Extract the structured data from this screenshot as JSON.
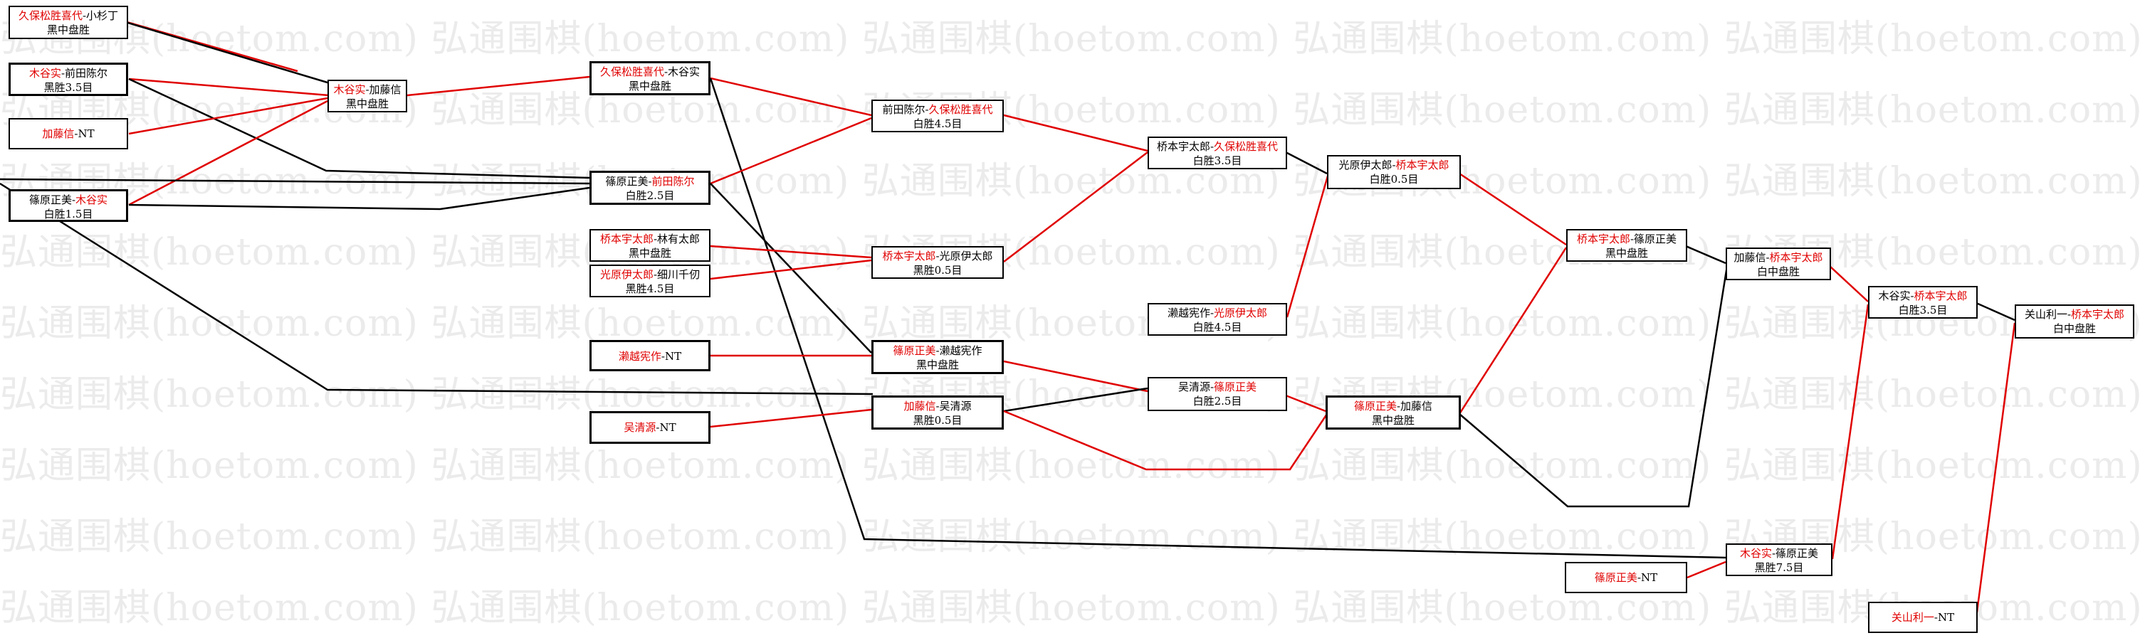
{
  "watermark": "弘通围棋(hoetom.com)",
  "colors": {
    "winner": "#e00000",
    "loser_line": "#000000",
    "winner_line": "#e00000"
  },
  "nodes": {
    "n1": {
      "p1": "久保松胜喜代",
      "sep": "-",
      "p2": "小杉丁",
      "result": "黑中盘胜"
    },
    "n2": {
      "p1": "木谷实",
      "sep": "-",
      "p2": "前田陈尔",
      "result": "黑胜3.5目"
    },
    "n3": {
      "p1": "加藤信",
      "sep": "-",
      "p2": "NT"
    },
    "n4": {
      "p1": "篠原正美",
      "sep": "-",
      "p2": "木谷实",
      "result": "白胜1.5目"
    },
    "n5": {
      "p1": "木谷实",
      "sep": "-",
      "p2": "加藤信",
      "result": "黑中盘胜"
    },
    "n6": {
      "p1": "久保松胜喜代",
      "sep": "-",
      "p2": "木谷实",
      "result": "黑中盘胜"
    },
    "n7": {
      "p1": "篠原正美",
      "sep": "-",
      "p2": "前田陈尔",
      "result": "白胜2.5目"
    },
    "n8": {
      "p1": "桥本宇太郎",
      "sep": "-",
      "p2": "林有太郎",
      "result": "黑中盘胜"
    },
    "n9": {
      "p1": "光原伊太郎",
      "sep": "-",
      "p2": "细川千仞",
      "result": "黑胜4.5目"
    },
    "n10": {
      "p1": "濑越宪作",
      "sep": "-",
      "p2": "NT"
    },
    "n11": {
      "p1": "吴清源",
      "sep": "-",
      "p2": "NT"
    },
    "n12": {
      "p1": "前田陈尔",
      "sep": "-",
      "p2": "久保松胜喜代",
      "result": "白胜4.5目"
    },
    "n13": {
      "p1": "桥本宇太郎",
      "sep": "-",
      "p2": "光原伊太郎",
      "result": "黑胜0.5目"
    },
    "n14": {
      "p1": "篠原正美",
      "sep": "-",
      "p2": "濑越宪作",
      "result": "黑中盘胜"
    },
    "n15": {
      "p1": "加藤信",
      "sep": "-",
      "p2": "吴清源",
      "result": "黑胜0.5目"
    },
    "n16": {
      "p1": "桥本宇太郎",
      "sep": "-",
      "p2": "久保松胜喜代",
      "result": "白胜3.5目"
    },
    "n17": {
      "p1": "濑越宪作",
      "sep": "-",
      "p2": "光原伊太郎",
      "result": "白胜4.5目"
    },
    "n18": {
      "p1": "吴清源",
      "sep": "-",
      "p2": "篠原正美",
      "result": "白胜2.5目"
    },
    "n19": {
      "p1": "光原伊太郎",
      "sep": "-",
      "p2": "桥本宇太郎",
      "result": "白胜0.5目"
    },
    "n20": {
      "p1": "篠原正美",
      "sep": "-",
      "p2": "加藤信",
      "result": "黑中盘胜"
    },
    "n21": {
      "p1": "桥本宇太郎",
      "sep": "-",
      "p2": "篠原正美",
      "result": "黑中盘胜"
    },
    "n22": {
      "p1": "加藤信",
      "sep": "-",
      "p2": "桥本宇太郎",
      "result": "白中盘胜"
    },
    "n23": {
      "p1": "篠原正美",
      "sep": "-",
      "p2": "NT"
    },
    "n24": {
      "p1": "木谷实",
      "sep": "-",
      "p2": "篠原正美",
      "result": "黑胜7.5目"
    },
    "n25": {
      "p1": "木谷实",
      "sep": "-",
      "p2": "桥本宇太郎",
      "result": "白胜3.5目"
    },
    "n26": {
      "p1": "关山利一",
      "sep": "-",
      "p2": "NT"
    },
    "n27": {
      "p1": "关山利一",
      "sep": "-",
      "p2": "桥本宇太郎",
      "result": "白中盘胜"
    }
  }
}
